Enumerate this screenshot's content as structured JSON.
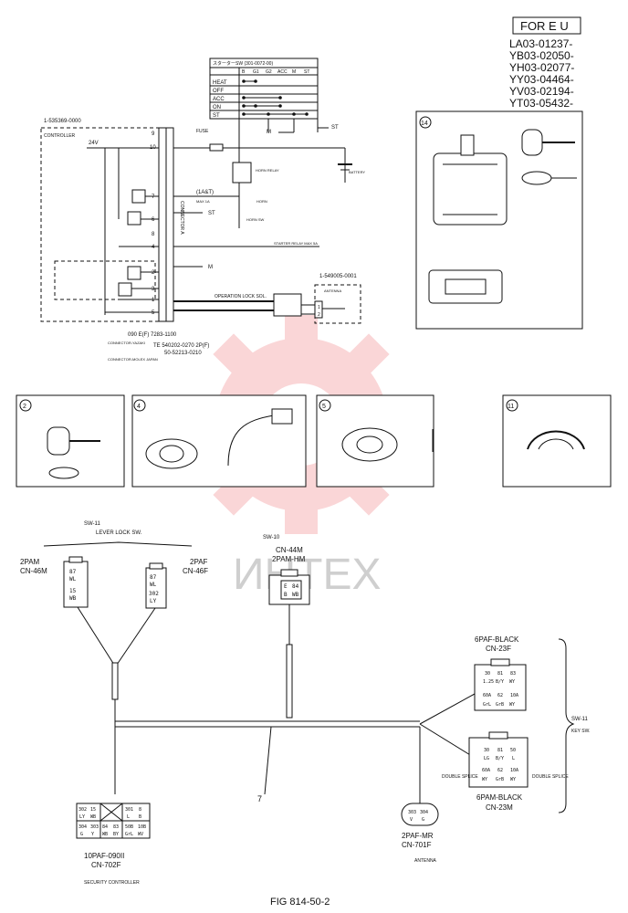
{
  "header": {
    "market": "FOR E U",
    "serials": [
      "LA03-01237-",
      "YB03-02050-",
      "YH03-02077-",
      "YY03-04464-",
      "YV03-02194-",
      "YT03-05432-"
    ]
  },
  "schematic": {
    "controller_part": "1-535369-0000",
    "controller_label": "CONTROLLER",
    "voltage": "24V",
    "connector_a": "CONNECTOR A",
    "fuse": "FUSE",
    "battery": "BATTERY",
    "horn_relay": "HORN RELAY",
    "horn": "HORN",
    "horn_sw": "HORN SW",
    "current": "(1A&T)",
    "max_current": "MAX 1A",
    "st_left": "ST",
    "st_right": "ST",
    "m_label": "M",
    "starter_relay": "STARTER RELAY MAX 5A",
    "antenna_part": "1-549005-0001",
    "antenna_label": "ANTENNA",
    "op_lock": "OPERATION LOCK SOL.",
    "conn_code": "090 E(F) 7283-1100",
    "conn_maker1": "CONNECTOR-YAZAKI",
    "conn_code2": "TE 540202-0270 2P(F)",
    "conn_code3": "50-52213-0210",
    "conn_maker2": "CONNECTOR-MOLEX JAPAN",
    "pin_numbers_left": [
      "9",
      "10",
      "7",
      "6",
      "8",
      "4",
      "2",
      "3",
      "1",
      "5"
    ],
    "pin_numbers_right": [
      "1",
      "2"
    ],
    "starter_switch": {
      "title": "スターターSW (301-0072-00)",
      "headers": [
        "",
        "B",
        "G1",
        "G2",
        "ACC",
        "M",
        "ST"
      ],
      "rows": [
        "HEAT",
        "OFF",
        "ACC",
        "ON",
        "ST"
      ]
    }
  },
  "callouts": {
    "c14": "14",
    "c2": "2",
    "c4": "4",
    "c5": "5",
    "c11": "11"
  },
  "harness": {
    "sw11_lever": "SW-11",
    "lever_lock": "LEVER LOCK SW.",
    "cn46m_type": "2PAM",
    "cn46m_name": "CN-46M",
    "cn46m_pins": [
      "87",
      "WL",
      "15",
      "WB"
    ],
    "cn46f_type": "2PAF",
    "cn46f_name": "CN-46F",
    "cn46f_pins": [
      "87",
      "WL",
      "302",
      "LY"
    ],
    "sw10": "SW-10",
    "cn44m_name": "CN-44M",
    "cn44m_type": "2PAM-HM",
    "cn44m_pins": [
      "E",
      "84",
      "B",
      "WB"
    ],
    "cn23f_type": "6PAF-BLACK",
    "cn23f_name": "CN-23F",
    "cn23f_pins": [
      "30",
      "81",
      "83",
      "1.25",
      "B/Y",
      "WY",
      "60A",
      "62",
      "10A",
      "GrL",
      "GrB",
      "WY"
    ],
    "cn23m_type": "6PAM-BLACK",
    "cn23m_name": "CN-23M",
    "cn23m_pins": [
      "30",
      "81",
      "50",
      "LG",
      "B/Y",
      "L",
      "60A",
      "62",
      "10A",
      "WY",
      "GrB",
      "WY"
    ],
    "double_splice_left": "DOUBLE SPLICE",
    "double_splice_right": "DOUBLE SPLICE",
    "sw11_key": "SW-11",
    "key_sw": "KEY SW.",
    "cn701f_type": "2PAF-MR",
    "cn701f_name": "CN-701F",
    "cn701f_pins": [
      "303",
      "304",
      "V",
      "G"
    ],
    "antenna": "ANTENNA",
    "cn702f_type": "10PAF-090II",
    "cn702f_name": "CN-702F",
    "cn702f_pins_top": [
      "302",
      "15",
      "301",
      "8",
      "LY",
      "WB",
      "L",
      "B"
    ],
    "cn702f_pins_bottom": [
      "304",
      "303",
      "84",
      "83",
      "50B",
      "10B",
      "G",
      "Y",
      "WB",
      "BY",
      "GrL",
      "WV"
    ],
    "security_controller": "SECURITY CONTROLLER",
    "harness_ref": "7"
  },
  "footer": {
    "figure": "FIG 814-50-2",
    "watermark": "ИНТЕХ"
  }
}
